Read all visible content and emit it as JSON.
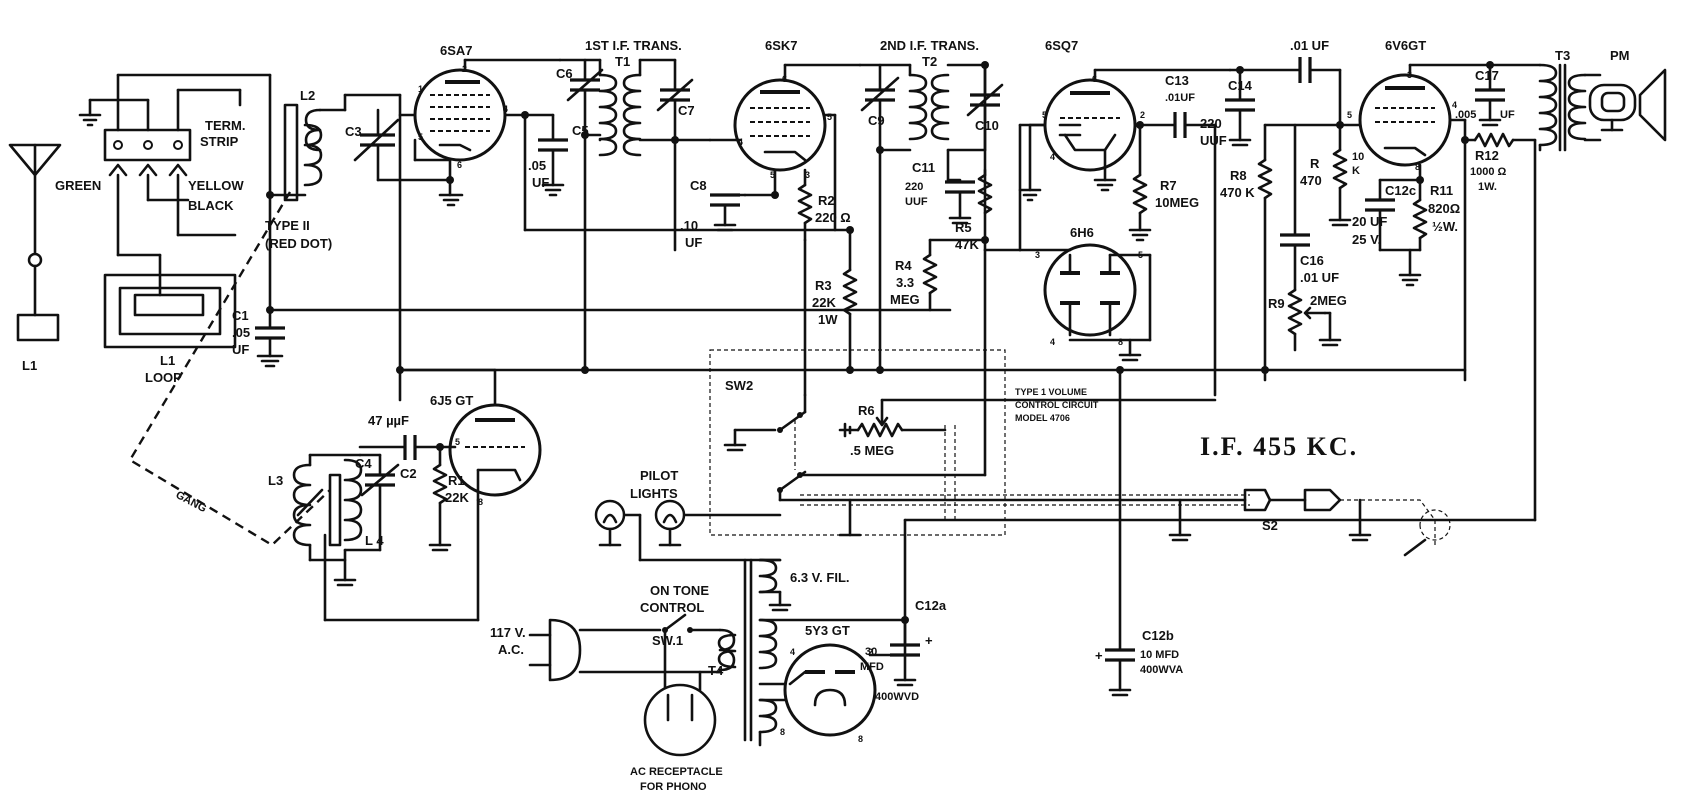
{
  "tubes": {
    "converter": "6SA7",
    "if_amp": "6SK7",
    "detector": "6SQ7",
    "output": "6V6GT",
    "oscillator": "6J5 GT",
    "diode": "6H6",
    "rectifier": "5Y3 GT"
  },
  "transformers": {
    "first_if": "1ST I.F. TRANS.",
    "first_if_ref": "T1",
    "second_if": "2ND I.F. TRANS.",
    "second_if_ref": "T2",
    "output_ref": "T3",
    "power_ref": "T4",
    "speaker": "PM"
  },
  "antenna": {
    "l1": "L1",
    "loop_l1": "L1",
    "loop": "LOOP",
    "term": "TERM.",
    "strip": "STRIP",
    "green": "GREEN",
    "yellow": "YELLOW",
    "black": "BLACK",
    "l2": "L2",
    "type": "TYPE II",
    "red_dot": "(RED DOT)",
    "gang": "GANG"
  },
  "capacitors": {
    "c1": "C1",
    "c1_val1": ".05",
    "c1_val2": "UF",
    "c2": "C2",
    "c2_val": "47 µµF",
    "c3": "C3",
    "c4": "C4",
    "c5": "C5",
    "c5_val1": ".05",
    "c5_val2": "UF",
    "c6": "C6",
    "c7": "C7",
    "c8": "C8",
    "c8_val1": ".10",
    "c8_val2": "UF",
    "c9": "C9",
    "c10": "C10",
    "c11": "C11",
    "c11_val1": "220",
    "c11_val2": "UUF",
    "c13": "C13",
    "c13_val": ".01UF",
    "c14": "C14",
    "c14_val1": "220",
    "c14_val2": "UUF",
    "c15_val": ".01 UF",
    "c16": "C16",
    "c16_val": ".01 UF",
    "c17": "C17",
    "c17_val1": ".005",
    "c17_val2": "UF",
    "c12a": "C12a",
    "c12a_val1": "30",
    "c12a_val2": "MFD",
    "c12a_val3": "400WVD",
    "c12b": "C12b",
    "c12b_val1": "10 MFD",
    "c12b_val2": "400WVA",
    "c12c": "C12c",
    "c12c_val1": "20",
    "c12c_val2": "UF",
    "c12c_val3": "25 V."
  },
  "resistors": {
    "r1": "R1",
    "r1_val": "22K",
    "r2": "R2",
    "r2_val": "220 Ω",
    "r3": "R3",
    "r3_val1": "22K",
    "r3_val2": "1W",
    "r4": "R4",
    "r4_val1": "3.3",
    "r4_val2": "MEG",
    "r5": "R5",
    "r5_val": "47K",
    "r6": "R6",
    "r6_val": ".5 MEG",
    "r7": "R7",
    "r7_val": "10MEG",
    "r8": "R8",
    "r8_val": "470 K",
    "r9": "R9",
    "r9_val": "2MEG",
    "r10": "R",
    "r10_val1": "470",
    "r10_val2": "10",
    "r10_val3": "K",
    "r11": "R11",
    "r11_val1": "820Ω",
    "r11_val2": "½W.",
    "r12": "R12",
    "r12_val1": "1000 Ω",
    "r12_val2": "1W."
  },
  "coils": {
    "l3": "L3",
    "l4": "L 4"
  },
  "switches": {
    "sw2": "SW2",
    "sw1": "SW.1",
    "s2": "S2",
    "on_tone": "ON TONE",
    "control": "CONTROL"
  },
  "misc": {
    "pilot": "PILOT",
    "lights": "LIGHTS",
    "fil": "6.3 V. FIL.",
    "ac_volts": "117 V.",
    "ac": "A.C.",
    "receptacle": "AC RECEPTACLE",
    "phono": "FOR PHONO",
    "vol_note1": "TYPE 1 VOLUME",
    "vol_note2": "CONTROL CIRCUIT",
    "vol_note3": "MODEL 4706",
    "if_freq": "I.F. 455 KC."
  },
  "pins": [
    "1",
    "2",
    "3",
    "4",
    "5",
    "6",
    "8"
  ]
}
